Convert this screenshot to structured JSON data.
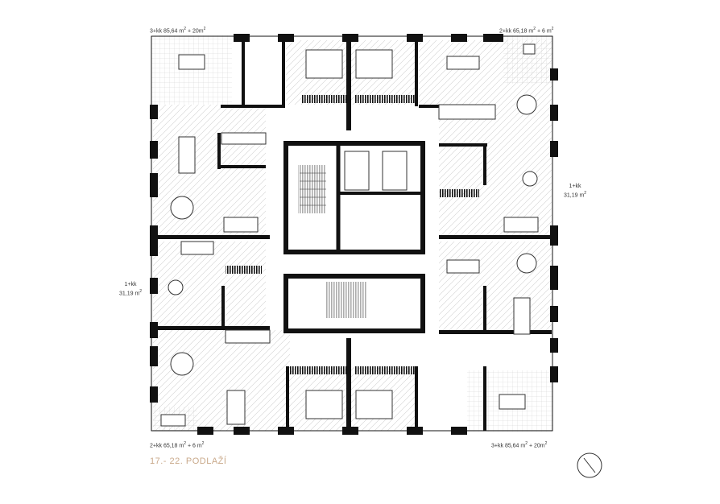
{
  "floor_title": "17.- 22. PODLAŽÍ",
  "units": {
    "top_left": {
      "type": "3+kk",
      "area": "85,64 m",
      "extra": " + 20m"
    },
    "top_right": {
      "type": "2+kk",
      "area": "65,18 m",
      "extra": " + 6 m"
    },
    "right_mid": {
      "type": "1+kk",
      "area": "31,19 m"
    },
    "left_mid": {
      "type": "1+kk",
      "area": "31,19 m"
    },
    "bottom_left": {
      "type": "2+kk",
      "area": "65,18 m",
      "extra": " + 6 m"
    },
    "bottom_right": {
      "type": "3+kk",
      "area": "85,64 m",
      "extra": " + 20m"
    }
  },
  "colors": {
    "wall": "#111111",
    "pattern": "#d2d2d2",
    "terrace": "#ececec",
    "title": "#c9a98a"
  },
  "icons": [
    "north-arrow-icon",
    "stair-icon",
    "elevator-icon",
    "bed-icon",
    "table-icon",
    "sofa-icon",
    "bathtub-icon",
    "kitchen-icon"
  ]
}
